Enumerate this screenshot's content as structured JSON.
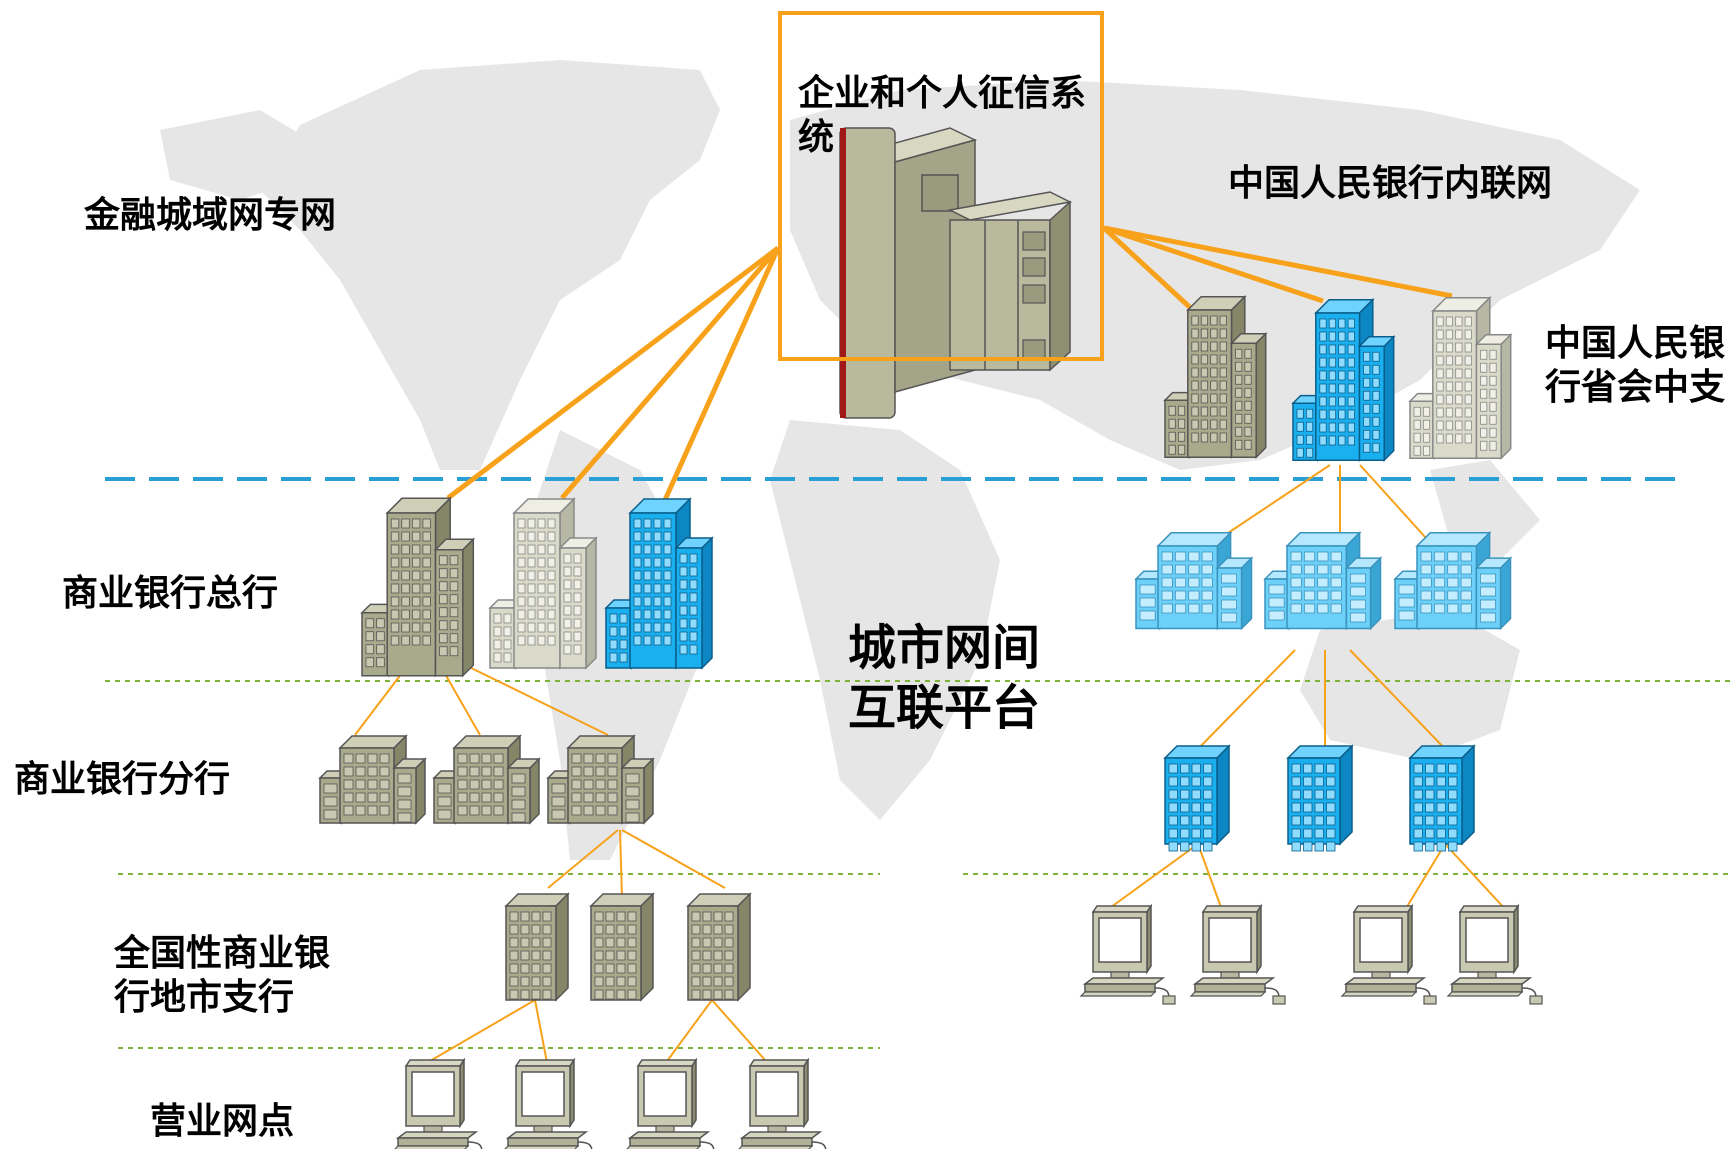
{
  "credit_system": {
    "title": "企业和个人征信系统"
  },
  "zones": {
    "city_network": "金融城域网专网",
    "pboc_intranet": "中国人民银行内联网",
    "interconnect_platform": "城市网间互联平台"
  },
  "tiers": {
    "head_office": "商业银行总行",
    "branch": "商业银行分行",
    "sub_branch": "全国性商业银行地市支行",
    "outlet": "营业网点",
    "pboc_provincial": "中国人民银行省会中支"
  },
  "colors": {
    "link": "#f7a21a",
    "divider_blue": "#2a9fd6",
    "divider_green": "#7fb23a",
    "map": "#e6e6e6",
    "building_olive": "#a9a98c",
    "building_light": "#dadacb",
    "building_blue": "#1ab0f0",
    "building_skyblue": "#6cd0f8"
  }
}
